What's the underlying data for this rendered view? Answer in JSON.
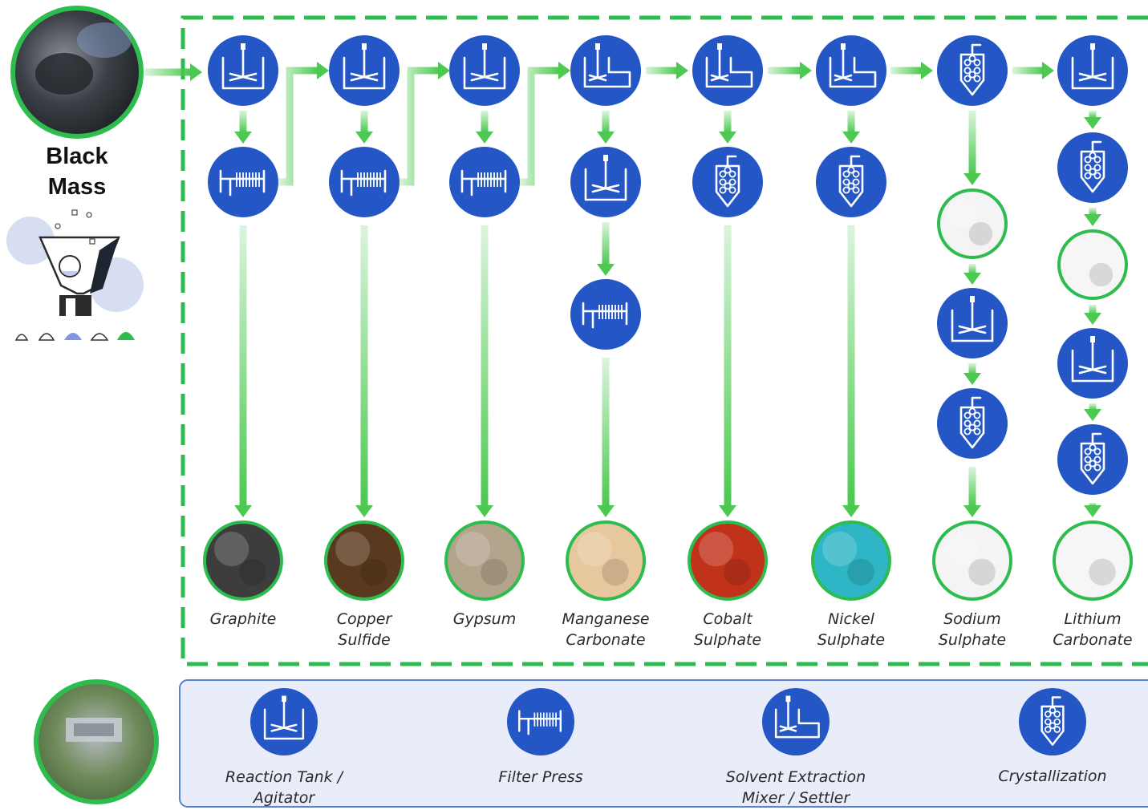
{
  "source": {
    "title_line1": "Black",
    "title_line2": "Mass"
  },
  "colors": {
    "icon_blue": "#2457c5",
    "arrow_green": "#4cc950",
    "ring_green": "#2ebc4f",
    "dash_green": "#2ebc4f",
    "legend_bg": "#e9edf9",
    "legend_border": "#5a7fd6"
  },
  "columns": [
    {
      "steps": [
        "reaction-tank",
        "filter-press"
      ],
      "product": [
        "Graphite"
      ],
      "sample_color": "#3d3d3d"
    },
    {
      "steps": [
        "reaction-tank",
        "filter-press"
      ],
      "product": [
        "Copper",
        "Sulfide"
      ],
      "sample_color": "#5a3a1e"
    },
    {
      "steps": [
        "reaction-tank",
        "filter-press"
      ],
      "product": [
        "Gypsum"
      ],
      "sample_color": "#b3a48c"
    },
    {
      "steps": [
        "solvent-extraction",
        "reaction-tank",
        "filter-press"
      ],
      "product": [
        "Manganese",
        "Carbonate"
      ],
      "sample_color": "#e7c79d"
    },
    {
      "steps": [
        "solvent-extraction",
        "crystallization"
      ],
      "product": [
        "Cobalt",
        "Sulphate"
      ],
      "sample_color": "#c0331a"
    },
    {
      "steps": [
        "solvent-extraction",
        "crystallization"
      ],
      "product": [
        "Nickel",
        "Sulphate"
      ],
      "sample_color": "#2fb6c6"
    },
    {
      "steps": [
        "crystallization",
        "sample",
        "reaction-tank",
        "crystallization"
      ],
      "product": [
        "Sodium",
        "Sulphate"
      ],
      "sample_color": "#f4f4f4"
    },
    {
      "steps": [
        "reaction-tank",
        "crystallization",
        "sample",
        "reaction-tank",
        "crystallization"
      ],
      "product": [
        "Lithium",
        "Carbonate"
      ],
      "sample_color": "#f6f6f6"
    }
  ],
  "legend": [
    {
      "icon": "reaction-tank",
      "label": [
        "Reaction Tank /",
        "Agitator"
      ]
    },
    {
      "icon": "filter-press",
      "label": [
        "Filter Press"
      ]
    },
    {
      "icon": "solvent-extraction",
      "label": [
        "Solvent Extraction",
        "Mixer / Settler"
      ]
    },
    {
      "icon": "crystallization",
      "label": [
        "Crystallization"
      ]
    }
  ],
  "plant_photo": {
    "icon": "plant-aerial-photo"
  },
  "source_photo": {
    "icon": "black-mass-photo"
  },
  "shredder_graphic": {
    "icon": "shredder-icon"
  }
}
